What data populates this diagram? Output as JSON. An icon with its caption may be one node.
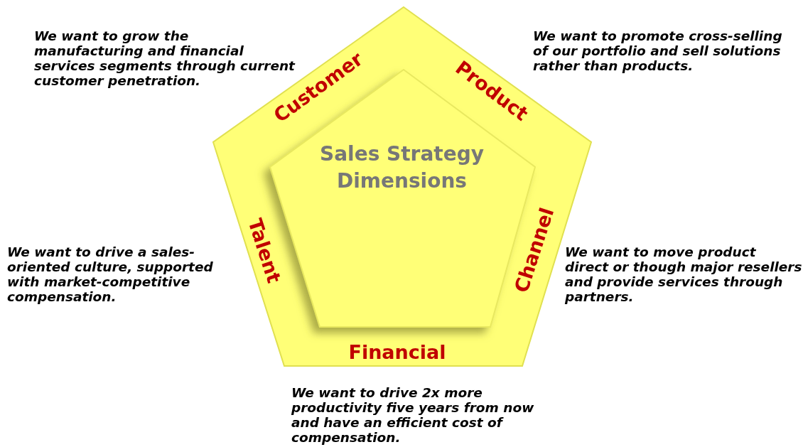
{
  "diagram": {
    "nodes": [
      {
        "text": [
          "Customer",
          "Product",
          "Talent",
          "Channel",
          "Financial"
        ]
      },
      {
        "text": [
          "Sales Strategy Dimensions"
        ],
        "in": 0
      }
    ],
    "labels": [
      "We want to grow the manufacturing and financial services segments through current customer penetration.",
      "We want to promote cross-selling of our portfolio and sell solutions rather than products.",
      "We want to drive a sales- oriented culture, supported with market-competitive compensation.",
      "We want to move product direct or though major resellers and provide services through partners.",
      "We want to drive 2x more productivity five years from now and have an efficient cost of compensation."
    ]
  }
}
